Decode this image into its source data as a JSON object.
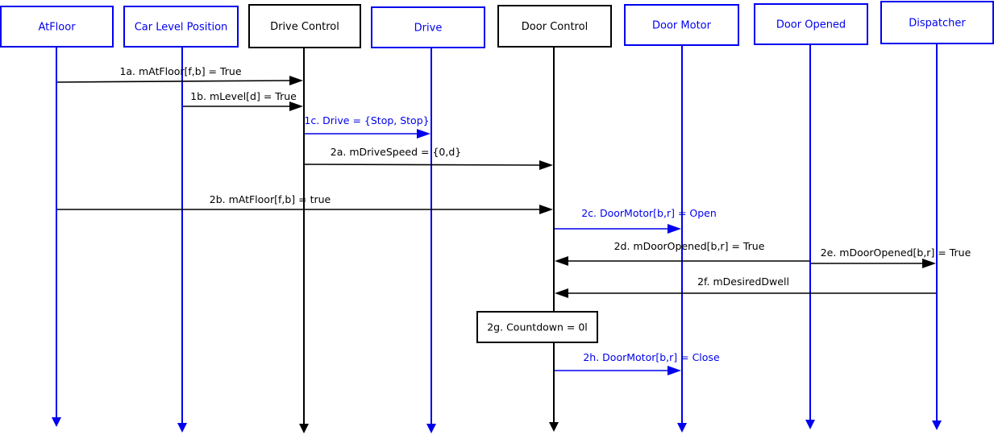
{
  "colors": {
    "blue": "#0000ee",
    "black": "#000000",
    "background": "#ffffff"
  },
  "participants": [
    {
      "id": "atfloor",
      "label": "AtFloor",
      "color": "blue"
    },
    {
      "id": "car-level-position",
      "label": "Car Level Position",
      "color": "blue"
    },
    {
      "id": "drive-control",
      "label": "Drive Control",
      "color": "black"
    },
    {
      "id": "drive",
      "label": "Drive",
      "color": "blue"
    },
    {
      "id": "door-control",
      "label": "Door Control",
      "color": "black"
    },
    {
      "id": "door-motor",
      "label": "Door Motor",
      "color": "blue"
    },
    {
      "id": "door-opened",
      "label": "Door Opened",
      "color": "blue"
    },
    {
      "id": "dispatcher",
      "label": "Dispatcher",
      "color": "blue"
    }
  ],
  "messages": [
    {
      "id": "1a",
      "label": "1a. mAtFloor[f,b] = True",
      "from": "atfloor",
      "to": "drive-control",
      "color": "black"
    },
    {
      "id": "1b",
      "label": "1b. mLevel[d] = True",
      "from": "car-level-position",
      "to": "drive-control",
      "color": "black"
    },
    {
      "id": "1c",
      "label": "1c. Drive = {Stop, Stop}",
      "from": "drive-control",
      "to": "drive",
      "color": "blue"
    },
    {
      "id": "2a",
      "label": "2a. mDriveSpeed = {0,d}",
      "from": "drive-control",
      "to": "door-control",
      "color": "black"
    },
    {
      "id": "2b",
      "label": "2b. mAtFloor[f,b] = true",
      "from": "atfloor",
      "to": "door-control",
      "color": "black"
    },
    {
      "id": "2c",
      "label": "2c. DoorMotor[b,r] = Open",
      "from": "door-control",
      "to": "door-motor",
      "color": "blue"
    },
    {
      "id": "2d",
      "label": "2d. mDoorOpened[b,r] = True",
      "from": "door-opened",
      "to": "door-control",
      "color": "black"
    },
    {
      "id": "2e",
      "label": "2e. mDoorOpened[b,r] = True",
      "from": "door-opened",
      "to": "dispatcher",
      "color": "black"
    },
    {
      "id": "2f",
      "label": "2f. mDesiredDwell",
      "from": "dispatcher",
      "to": "door-control",
      "color": "black"
    },
    {
      "id": "2h",
      "label": "2h. DoorMotor[b,r] = Close",
      "from": "door-control",
      "to": "door-motor",
      "color": "blue"
    }
  ],
  "notes": [
    {
      "id": "2g",
      "label": "2g. Countdown = 0l",
      "on": "door-control"
    }
  ]
}
